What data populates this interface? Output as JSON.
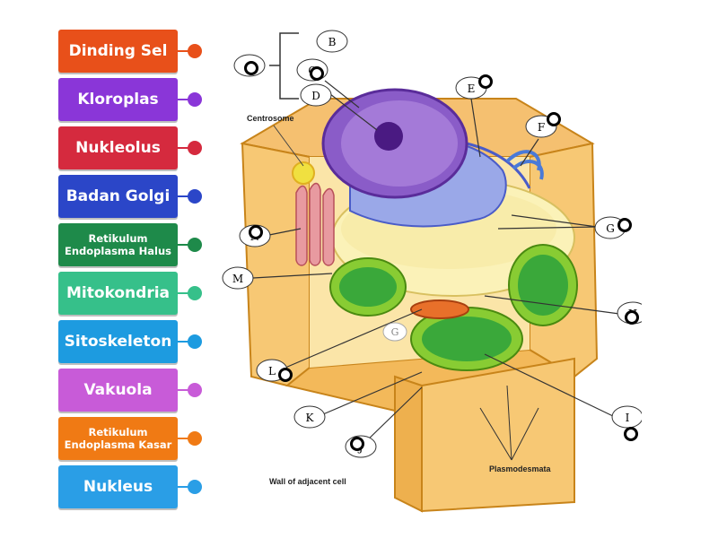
{
  "tiles": [
    {
      "label": "Dinding Sel",
      "color": "#e8501a",
      "small": false
    },
    {
      "label": "Kloroplas",
      "color": "#8a36d8",
      "small": false
    },
    {
      "label": "Nukleolus",
      "color": "#d52a3e",
      "small": false
    },
    {
      "label": "Badan Golgi",
      "color": "#2b46c8",
      "small": false
    },
    {
      "label": "Retikulum Endoplasma Halus",
      "color": "#1e8a4a",
      "small": true
    },
    {
      "label": "Mitokondria",
      "color": "#36c08a",
      "small": false
    },
    {
      "label": "Sitoskeleton",
      "color": "#1d9be0",
      "small": false
    },
    {
      "label": "Vakuola",
      "color": "#c85bd8",
      "small": false
    },
    {
      "label": "Retikulum Endoplasma Kasar",
      "color": "#f07a14",
      "small": true
    },
    {
      "label": "Nukleus",
      "color": "#2a9ee6",
      "small": false
    }
  ],
  "diagram": {
    "centrosome_label": "Centrosome",
    "plasmodesmata_label": "Plasmodesmata",
    "wall_label": "Wall of adjacent cell",
    "letters": {
      "A": "A",
      "B": "B",
      "C": "C",
      "D": "D",
      "E": "E",
      "F": "F",
      "G": "G",
      "H": "H",
      "I": "I",
      "J": "J",
      "K": "K",
      "L": "L",
      "M": "M",
      "N": "N"
    }
  }
}
